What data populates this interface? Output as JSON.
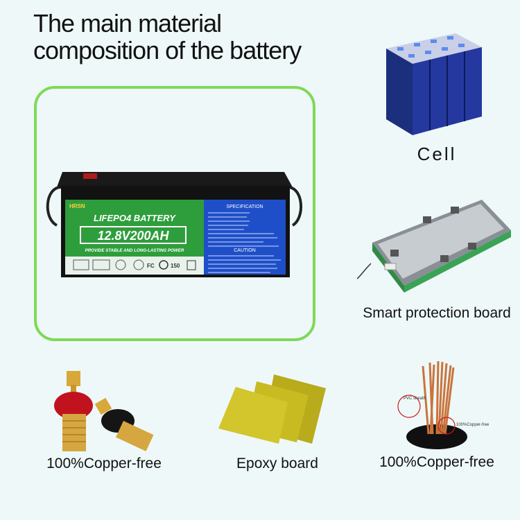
{
  "title": {
    "line1": "The main material",
    "line2": "composition of the battery"
  },
  "battery": {
    "brand": "HRSN",
    "name": "LIFEPO4 BATTERY",
    "rating": "12.8V200AH",
    "tagline": "PROVIDE STABLE AND LONG-LASTING POWER",
    "spec_title": "SPECIFICATION",
    "caution_title": "CAUTION",
    "accent_green": "#2e9e3c",
    "accent_blue": "#1f4fc8"
  },
  "components": {
    "cell": "Cell",
    "pcb": "Smart protection board",
    "terminals": "100%Copper-free",
    "epoxy": "Epoxy board",
    "wire": "100%Copper-free"
  },
  "wire_callouts": {
    "sheath": "PVC sheath",
    "core": "100%Copper-free"
  },
  "colors": {
    "frame": "#7ed957",
    "background": "#eef8f8"
  }
}
